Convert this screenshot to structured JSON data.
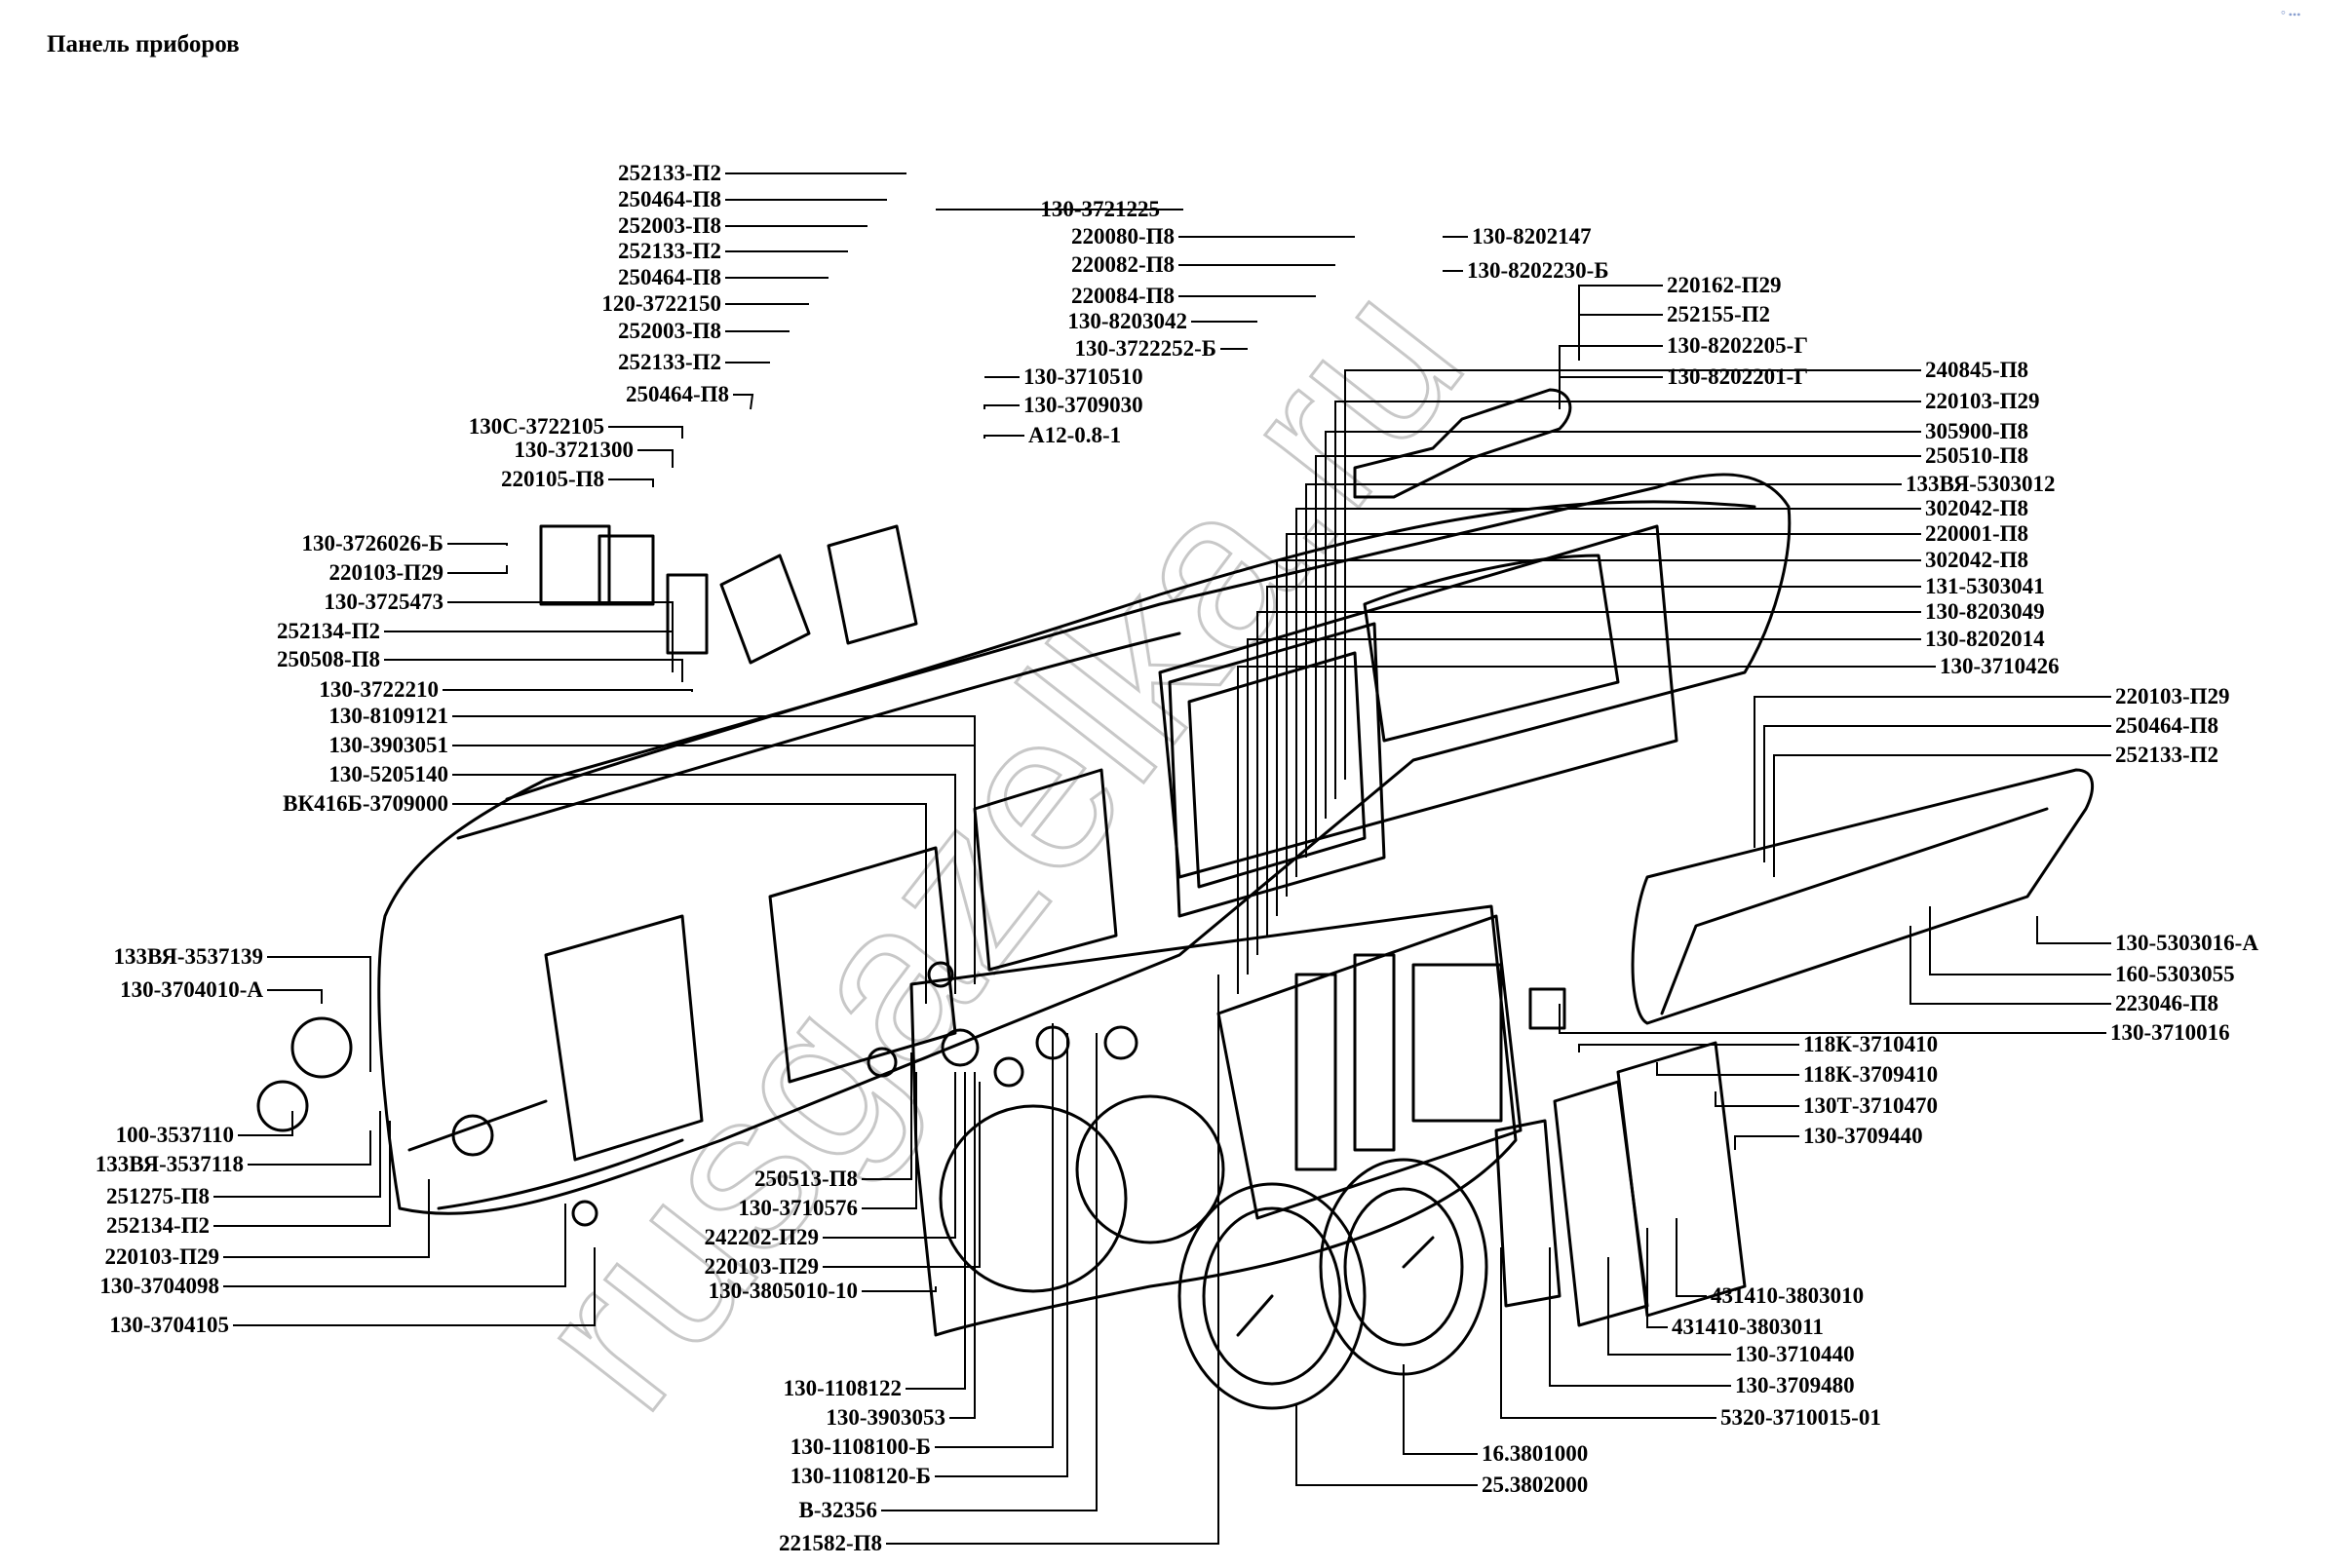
{
  "title": "Панель приборов",
  "corner_mark": "° •••",
  "watermark": "rusgazelka.ru",
  "labels_left": [
    "252133-П2",
    "250464-П8",
    "252003-П8",
    "252133-П2",
    "250464-П8",
    "120-3722150",
    "252003-П8",
    "252133-П2",
    "250464-П8",
    "130С-3722105",
    "130-3721300",
    "220105-П8",
    "130-3726026-Б",
    "220103-П29",
    "130-3725473",
    "252134-П2",
    "250508-П8",
    "130-3722210",
    "130-8109121",
    "130-3903051",
    "130-5205140",
    "ВК416Б-3709000",
    "133ВЯ-3537139",
    "130-3704010-А",
    "100-3537110",
    "133ВЯ-3537118",
    "251275-П8",
    "252134-П2",
    "220103-П29",
    "130-3704098",
    "130-3704105"
  ],
  "labels_center": [
    "130-3721225",
    "220080-П8",
    "220082-П8",
    "220084-П8",
    "130-8203042",
    "130-3722252-Б",
    "130-3710510",
    "130-3709030",
    "А12-0.8-1",
    "250513-П8",
    "130-3710576",
    "242202-П29",
    "220103-П29",
    "130-3805010-10",
    "130-1108122",
    "130-3903053",
    "130-1108100-Б",
    "130-1108120-Б",
    "В-32356",
    "221582-П8"
  ],
  "labels_right": [
    "130-8202147",
    "130-8202230-Б",
    "220162-П29",
    "252155-П2",
    "130-8202205-Г",
    "130-8202201-Г",
    "240845-П8",
    "220103-П29",
    "305900-П8",
    "250510-П8",
    "133ВЯ-5303012",
    "302042-П8",
    "220001-П8",
    "302042-П8",
    "131-5303041",
    "130-8203049",
    "130-8202014",
    "130-3710426",
    "220103-П29",
    "250464-П8",
    "252133-П2",
    "130-5303016-А",
    "160-5303055",
    "223046-П8",
    "130-3710016",
    "118К-3710410",
    "118К-3709410",
    "130Т-3710470",
    "130-3709440",
    "431410-3803010",
    "431410-3803011",
    "130-3710440",
    "130-3709480",
    "5320-3710015-01",
    "16.3801000",
    "25.3802000"
  ]
}
